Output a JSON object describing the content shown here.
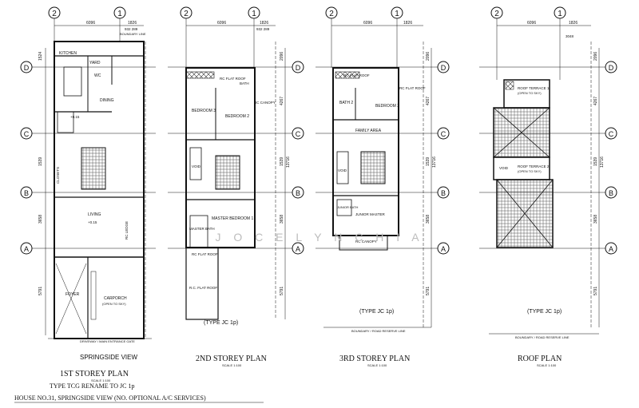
{
  "grid": {
    "col_2": "2",
    "col_1": "1",
    "row_D": "D",
    "row_C": "C",
    "row_B": "B",
    "row_A": "A"
  },
  "dims": {
    "top_left": "6096",
    "top_right": "1826",
    "top_extra": "932 289",
    "roof_extra": "3048",
    "row_2096": "2096",
    "row_4267": "4267",
    "row_1539": "1539",
    "row_13716": "13716",
    "row_3658": "3658",
    "row_5791": "5791",
    "row_1524": "1524"
  },
  "plans": {
    "first": {
      "title": "1ST STOREY PLAN",
      "scale": "SCALE 1:100",
      "note1": "TYPE TCG RENAME TO JC 1p",
      "view_label": "SPRINGSIDE VIEW",
      "rooms": {
        "kitchen": "KITCHEN",
        "yard": "YARD",
        "wc": "WC",
        "dining": "DINING",
        "living": "LIVING",
        "foyer": "FOYER",
        "carporch": "CARPORCH",
        "open_sky": "(OPEN TO SKY)",
        "closets": "CLOSETS",
        "level": "+0.15",
        "driveway": "DRIVEWAY / MAIN ENTRANCE GATE",
        "boundary": "BOUNDARY LINE",
        "rc_ledge": "RC LEDGE"
      }
    },
    "second": {
      "title": "2ND STOREY PLAN",
      "scale": "SCALE 1:100",
      "type": "(TYPE JC 1p)",
      "rooms": {
        "bedroom3": "BEDROOM 3",
        "bedroom2": "BEDROOM 2",
        "master": "MASTER BEDROOM 1",
        "master_bath": "MASTER BATH",
        "void": "VOID",
        "rc_flat_roof": "RC FLAT ROOF",
        "rc_flat_roof2": "R.C. FLAT ROOF",
        "rc_canopy": "RC CANOPY",
        "bath": "BATH"
      }
    },
    "third": {
      "title": "3RD STOREY PLAN",
      "scale": "SCALE 1:100",
      "type": "(TYPE JC 1p)",
      "rooms": {
        "bath2": "BATH 2",
        "bedroom3": "BEDROOM 3",
        "family": "FAMILY AREA",
        "void": "VOID",
        "junior_bath": "JUNIOR BATH",
        "junior_master": "JUNIOR MASTER",
        "rc_flat_roof": "RC FLAT ROOF",
        "rc_canopy": "RC CANOPY",
        "boundary_road": "BOUNDARY / ROAD RESERVE LINE"
      }
    },
    "roof": {
      "title": "ROOF PLAN",
      "scale": "SCALE 1:100",
      "type": "(TYPE JC 1p)",
      "rooms": {
        "terrace1": "ROOF TERRACE 1",
        "terrace2": "ROOF TERRACE 2",
        "open_sky": "(OPEN TO SKY)",
        "void": "VOID",
        "boundary_road": "BOUNDARY / ROAD RESERVE LINE"
      }
    }
  },
  "watermark": "J O C E L Y N   C H I A",
  "footer": "HOUSE NO.31, SPRINGSIDE VIEW (NO. OPTIONAL A/C SERVICES)"
}
